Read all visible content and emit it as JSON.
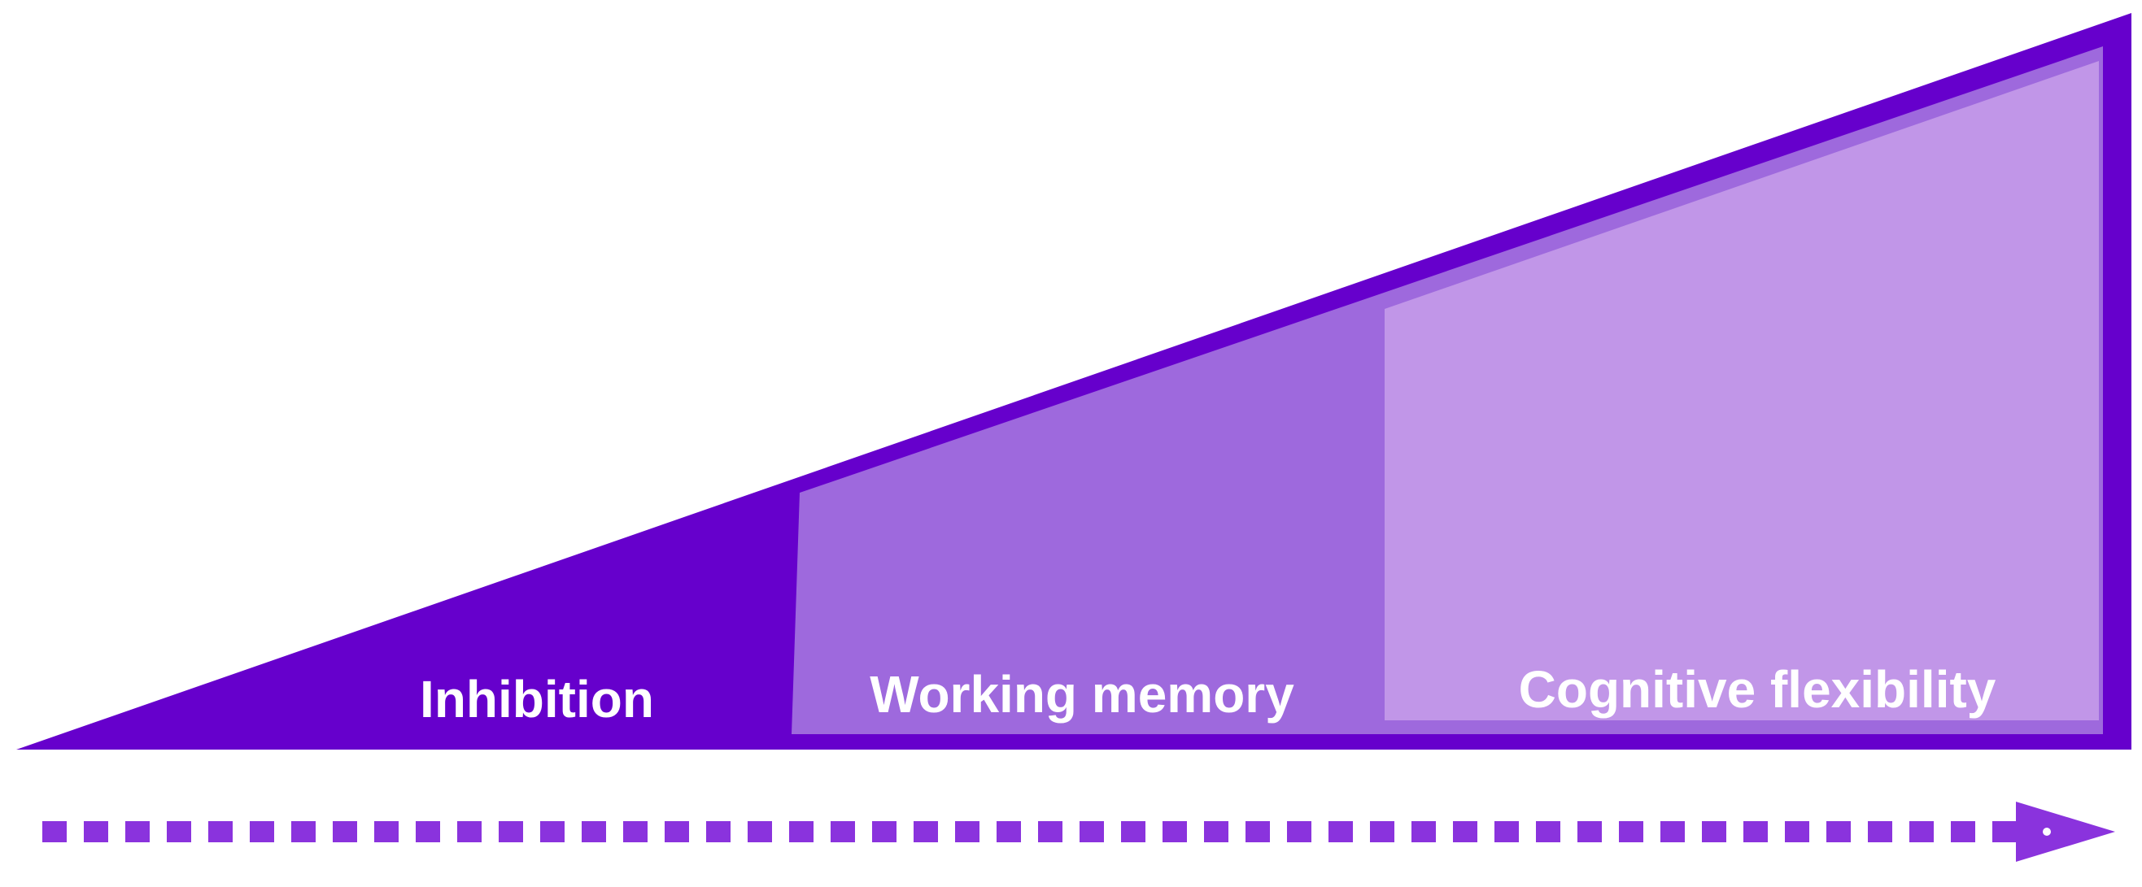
{
  "stages": [
    {
      "label": "Inhibition",
      "color": "#6600cc"
    },
    {
      "label": "Working memory",
      "color": "#9e69dd"
    },
    {
      "label": "Cognitive flexibility",
      "color": "#c196e8"
    }
  ],
  "colors": {
    "outline": "#6600cc",
    "arrow": "#8a33dd",
    "background": "#ffffff"
  },
  "icons": {
    "arrow_head": "arrow-right-icon"
  }
}
